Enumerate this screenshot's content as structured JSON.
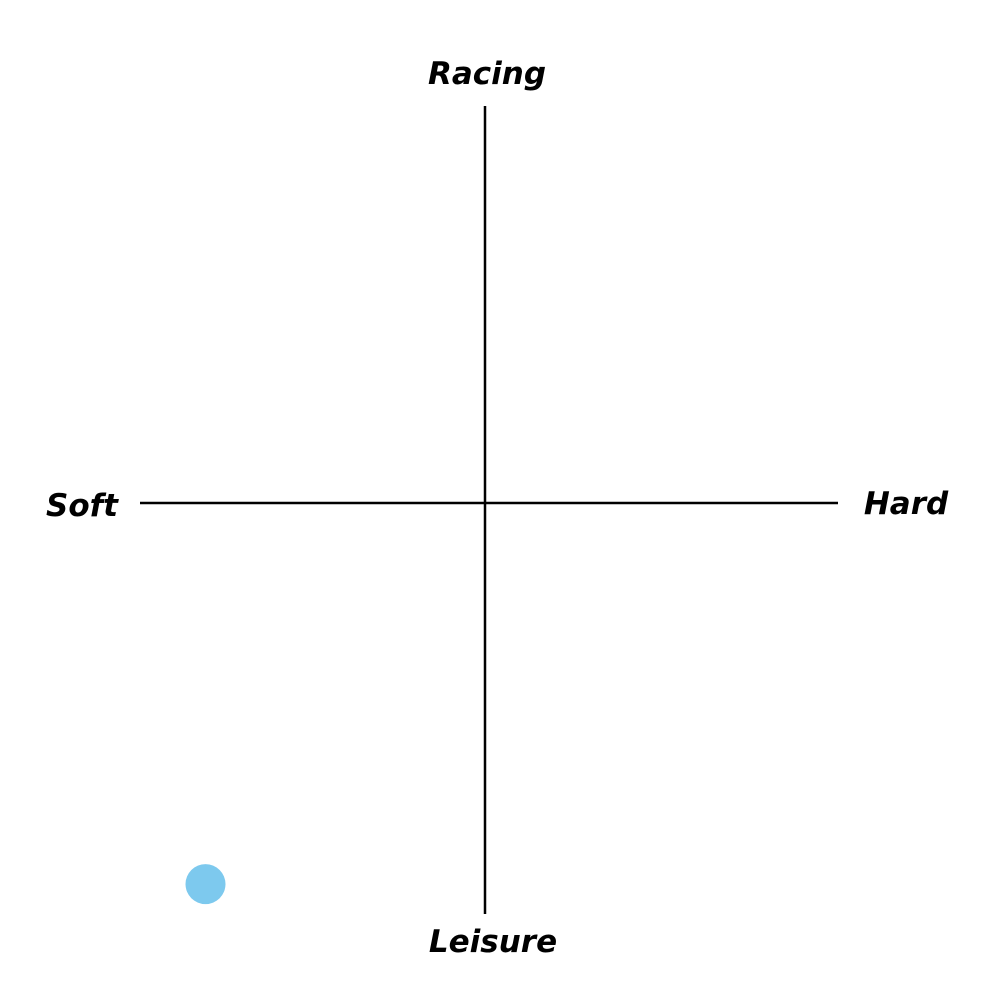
{
  "chart_data": {
    "type": "scatter",
    "title": "",
    "axis_labels": {
      "top": "Racing",
      "bottom": "Leisure",
      "left": "Soft",
      "right": "Hard"
    },
    "xlim": [
      -1,
      1
    ],
    "ylim": [
      -1,
      1
    ],
    "grid": false,
    "points": [
      {
        "x": -0.81,
        "y": -0.96,
        "color": "#7dc9ee"
      }
    ]
  },
  "colors": {
    "axis": "#000000",
    "point": "#7dc9ee"
  }
}
